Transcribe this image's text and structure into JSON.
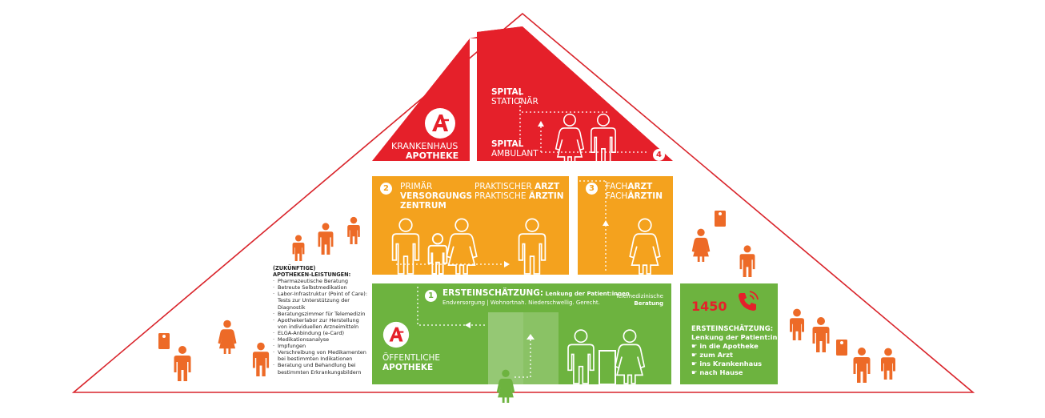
{
  "colors": {
    "red": "#e5202a",
    "orange": "#f4a21e",
    "green": "#6db33f",
    "figure": "#ed6a27",
    "outline": "#d9242b"
  },
  "hospital": {
    "pharmacy_line1": "KRANKENHAUS",
    "pharmacy_line2": "APOTHEKE",
    "ward_bold": "SPITAL",
    "ward_light": "STATIONÄR",
    "outpatient_bold": "SPITAL",
    "outpatient_light": "AMBULANT",
    "step": "4",
    "logo_icon": "apotheke-a-logo"
  },
  "primary_care": {
    "step": "2",
    "line1": "PRIMÄR",
    "line2": "VERSORGUNGS",
    "line3": "ZENTRUM",
    "gp_light_1": "PRAKTISCHER ",
    "gp_bold_1": "ARZT",
    "gp_light_2": "PRAKTISCHE ",
    "gp_bold_2": "ÄRZTIN"
  },
  "specialist": {
    "step": "3",
    "light_1": "FACH",
    "bold_1": "ARZT",
    "light_2": "FACH",
    "bold_2": "ÄRZTIN"
  },
  "pharmacy": {
    "step": "1",
    "title": "ERSTEINSCHÄTZUNG:",
    "title_sub": " Lenkung der Patient:innen",
    "subtitle": "Endversorgung  |  Wohnortnah. Niederschwellig. Gerecht.",
    "tele_1": "Telemedizinische",
    "tele_2": "Beratung",
    "name_1": "ÖFFENTLICHE",
    "name_2": "APOTHEKE",
    "logo_icon": "apotheke-a-logo"
  },
  "hotline": {
    "number": "1450",
    "phone_icon": "phone-icon",
    "heading": "ERSTEINSCHÄTZUNG:",
    "subheading": "Lenkung der Patient:innen",
    "items": [
      "in die Apotheke",
      "zum Arzt",
      "ins Krankenhaus",
      "nach Hause"
    ],
    "item_icon": "pointing-hand-icon"
  },
  "services": {
    "heading_1": "(ZUKÜNFTIGE)",
    "heading_2": "APOTHEKEN-LEISTUNGEN:",
    "items": [
      "Pharmazeutische Beratung",
      "Betreute Selbstmedikation",
      "Labor-Infrastruktur (Point of Care): Tests zur Unterstützung der Diagnostik",
      "Beratungszimmer für Telemedizin",
      "Apothekerlabor zur Herstellung von individuellen Arzneimitteln",
      "ELGA-Anbindung (e-Card)",
      "Medikationsanalyse",
      "Impfungen",
      "Verschreibung von Medikamenten bei bestimmten Indikationen",
      "Beratung und Behandlung bei bestimmten Erkrankungsbildern"
    ]
  }
}
